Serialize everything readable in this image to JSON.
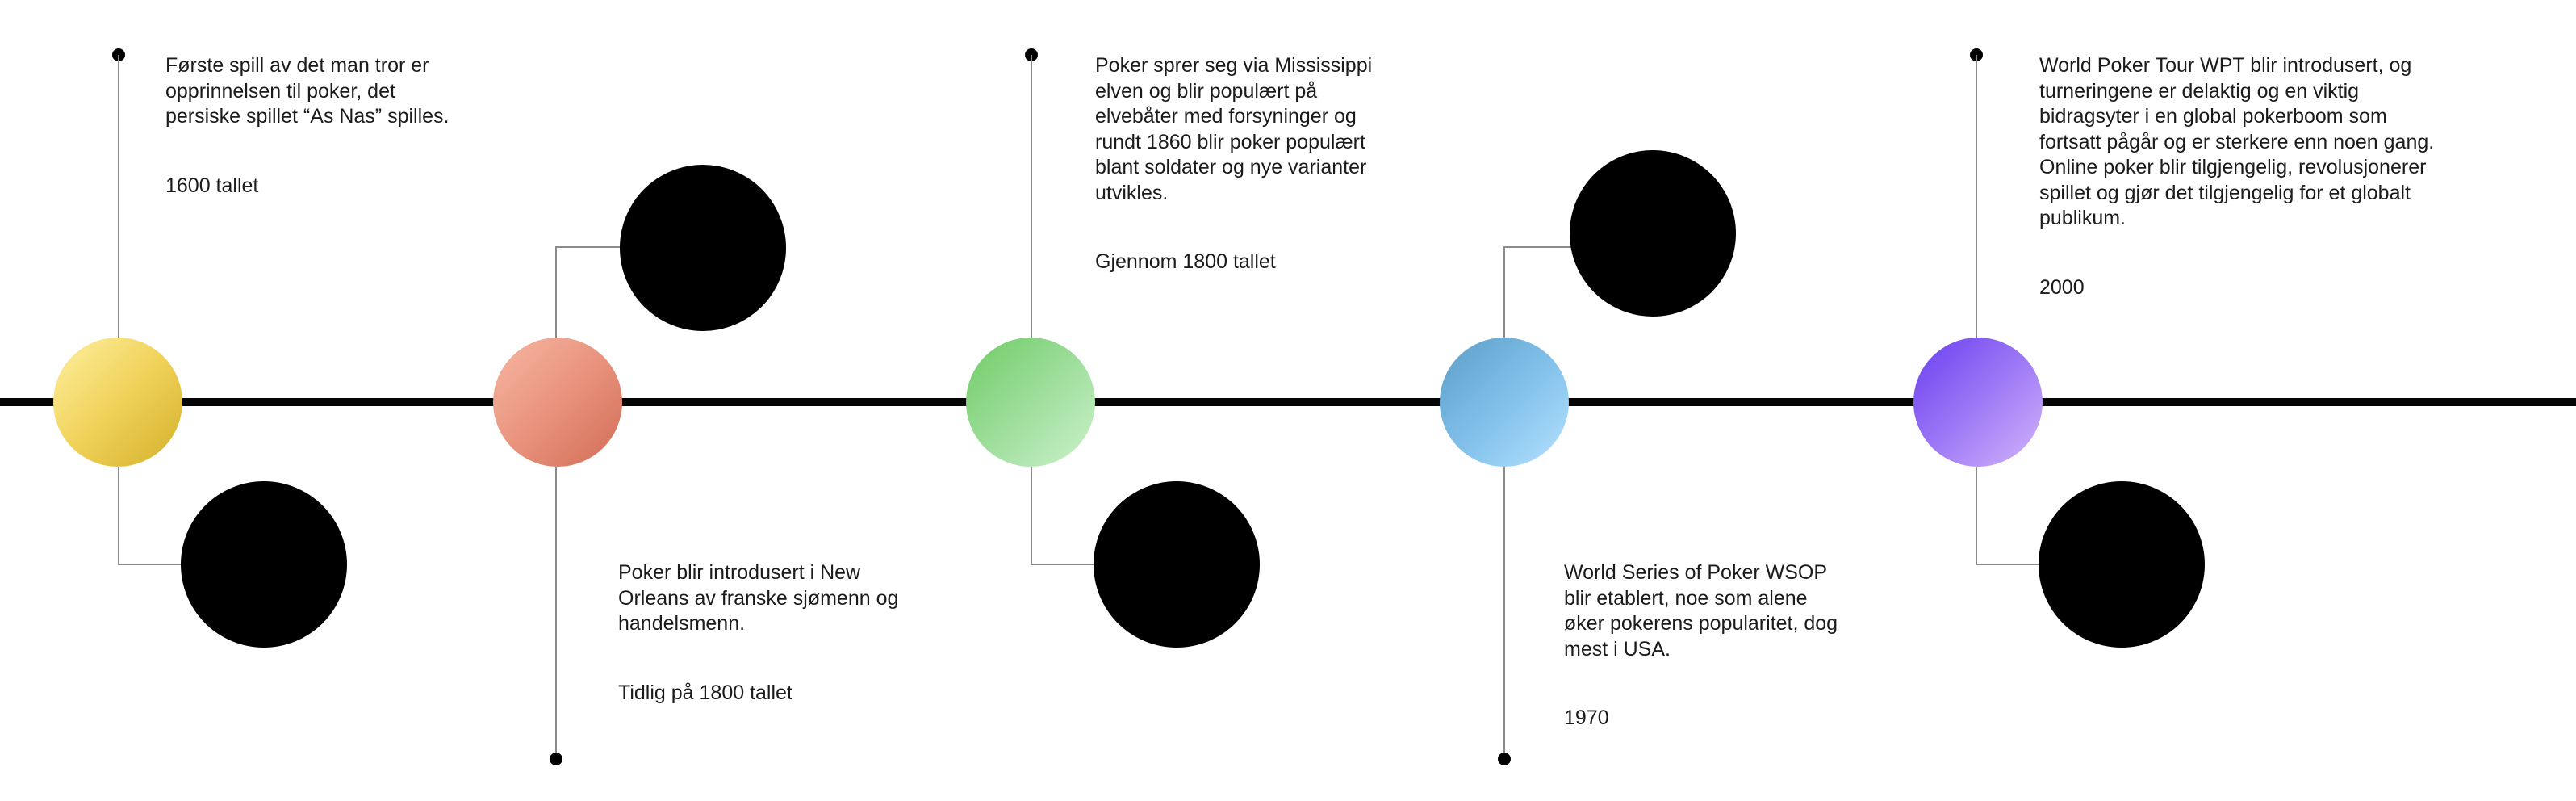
{
  "events": [
    {
      "description": "Første spill av det man tror er\nopprinnelsen til poker, det\npersiske spillet “As Nas” spilles.",
      "period": "1600 tallet",
      "color": "#f0d25a"
    },
    {
      "description": "Poker blir introdusert i New\nOrleans av franske sjømenn og\nhandelsmenn.",
      "period": "Tidlig på 1800 tallet",
      "color": "#e9937d"
    },
    {
      "description": "Poker sprer seg via Mississippi\nelven og blir populært på\nelvebåter med forsyninger og\nrundt 1860 blir poker populært\nblant soldater og nye varianter\nutvikles.",
      "period": "Gjennom 1800 tallet",
      "color": "#8fd68a"
    },
    {
      "description": "World Series of Poker WSOP\nblir etablert, noe som alene\nøker pokerens popularitet, dog\nmest i USA.",
      "period": "1970",
      "color": "#85c3ec"
    },
    {
      "description": "World Poker Tour WPT blir introdusert, og\nturneringene er delaktig og en viktig\nbidragsyter i en global pokerboom som\nfortsatt pågår og er sterkere enn noen gang.\nOnline poker blir tilgjengelig, revolusjonerer\nspillet og gjør det tilgjengelig for et globalt\npublikum.",
      "period": "2000",
      "color": "#8c62f3"
    }
  ],
  "timeline_color": "#050505",
  "placeholder_color": "#000000"
}
